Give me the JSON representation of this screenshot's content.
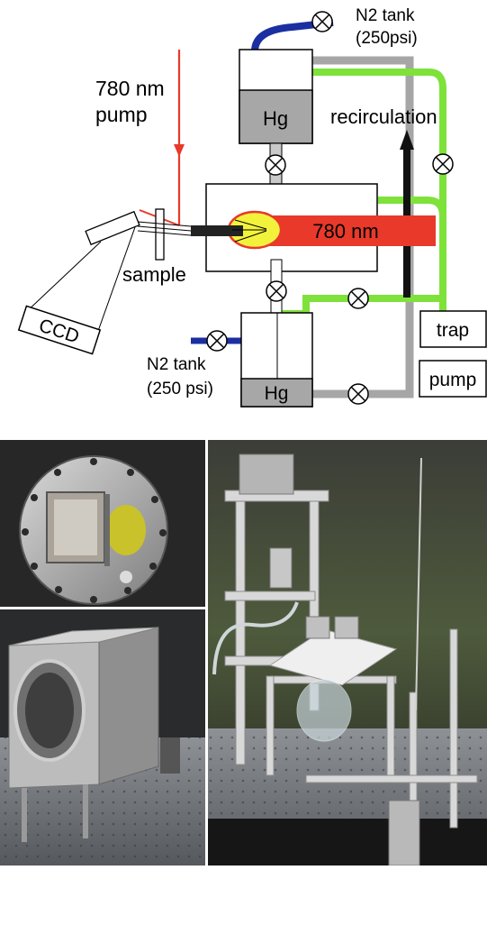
{
  "labels": {
    "n2_tank_top": "N2 tank",
    "n2_pressure_top": "(250psi)",
    "pump_wavelength": "780 nm",
    "pump_word": "pump",
    "hg_top": "Hg",
    "recirculation": "recirculation",
    "beam": "780 nm",
    "sample": "sample",
    "ccd": "CCD",
    "trap": "trap",
    "pump_box": "pump",
    "n2_tank_bottom": "N2 tank",
    "n2_pressure_bottom": "(250 psi)",
    "hg_bottom": "Hg"
  },
  "colors": {
    "laser": "#e8392a",
    "green_line": "#7ee23a",
    "grey_line": "#a6a6a6",
    "blue_line": "#1c2fa0",
    "mercury_fill": "#a7a7a7",
    "yellow_spot": "#f2f23c",
    "black_arrow": "#111111"
  },
  "photos": {
    "top_left": "Vacuum flange with window, inner view",
    "bottom_left": "Aluminum cube chamber on optical table",
    "right": "Mercury recirculation apparatus on optical table"
  }
}
